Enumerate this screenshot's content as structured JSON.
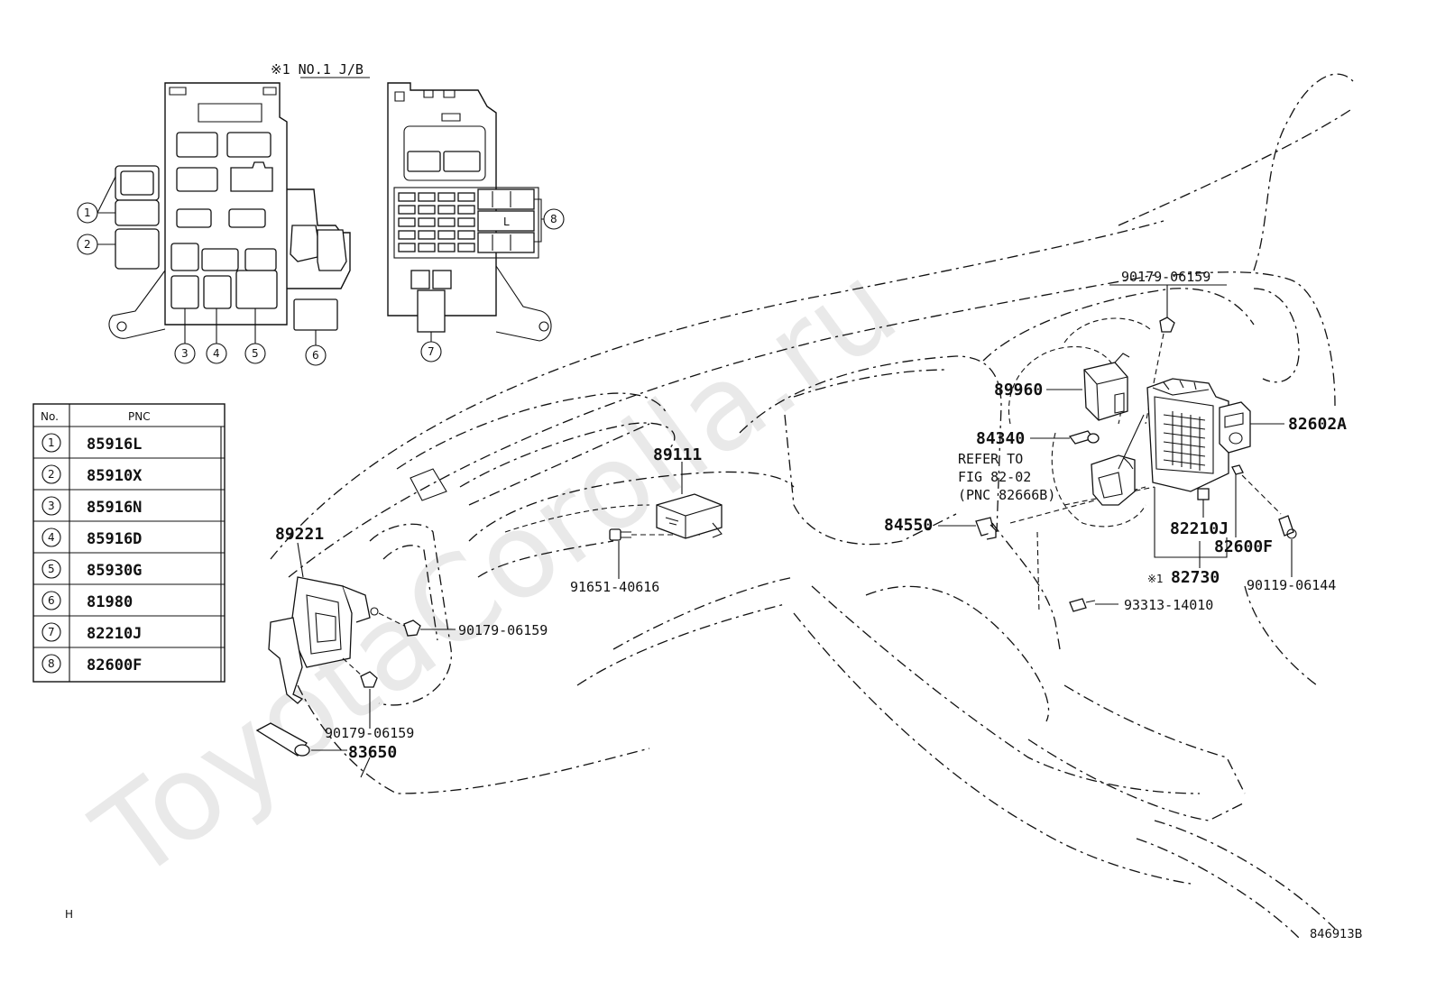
{
  "header": {
    "junction_block_title": "※1 NO.1 J/B"
  },
  "table": {
    "col_no": "No.",
    "col_pnc": "PNC",
    "rows": [
      {
        "no": "1",
        "pnc": "85916L"
      },
      {
        "no": "2",
        "pnc": "85910X"
      },
      {
        "no": "3",
        "pnc": "85916N"
      },
      {
        "no": "4",
        "pnc": "85916D"
      },
      {
        "no": "5",
        "pnc": "85930G"
      },
      {
        "no": "6",
        "pnc": "81980"
      },
      {
        "no": "7",
        "pnc": "82210J"
      },
      {
        "no": "8",
        "pnc": "82600F"
      }
    ]
  },
  "callouts": {
    "c1": "1",
    "c2": "2",
    "c3": "3",
    "c4": "4",
    "c5": "5",
    "c6": "6",
    "c7": "7",
    "c8": "8"
  },
  "labels": {
    "p90179_top": "90179-06159",
    "p89960": "89960",
    "p82602A": "82602A",
    "p84340": "84340",
    "refer_line1": "REFER TO",
    "refer_line2": "FIG 82-02",
    "refer_line3": "(PNC 82666B)",
    "p89111": "89111",
    "p84550": "84550",
    "p82210J": "82210J",
    "p82600F": "82600F",
    "p82730_mark": "※1",
    "p82730": "82730",
    "p90119": "90119-06144",
    "p93313": "93313-14010",
    "p91651": "91651-40616",
    "p89221": "89221",
    "p90179_mid": "90179-06159",
    "p90179_low": "90179-06159",
    "p83650": "83650",
    "fuse_l": "L"
  },
  "footer": {
    "corner_mark": "H",
    "drawing_number": "846913B"
  },
  "watermark": "ToyotaCorolla.ru"
}
